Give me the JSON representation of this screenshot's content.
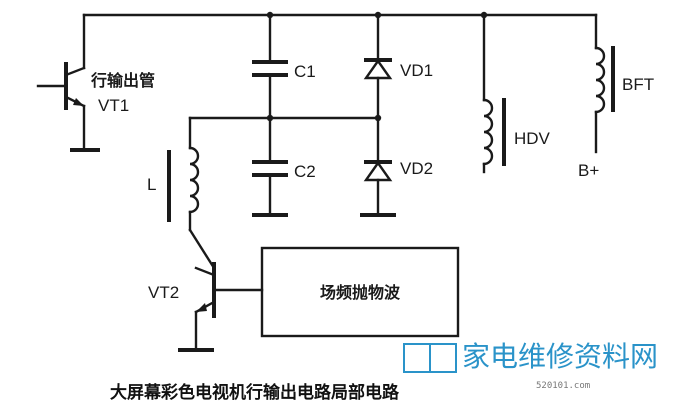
{
  "diagram": {
    "components": {
      "vt1_label_cn": "行输出管",
      "vt1_label": "VT1",
      "c1_label": "C1",
      "c2_label": "C2",
      "vd1_label": "VD1",
      "vd2_label": "VD2",
      "hdv_label": "HDV",
      "bft_label": "BFT",
      "bplus_label": "B+",
      "l_label": "L",
      "vt2_label": "VT2",
      "block_label": "场频抛物波"
    },
    "caption": "大屏幕彩色电视机行输出电路局部电路",
    "watermark": {
      "text": "家电维修资料网",
      "sub": "520101.com"
    }
  }
}
